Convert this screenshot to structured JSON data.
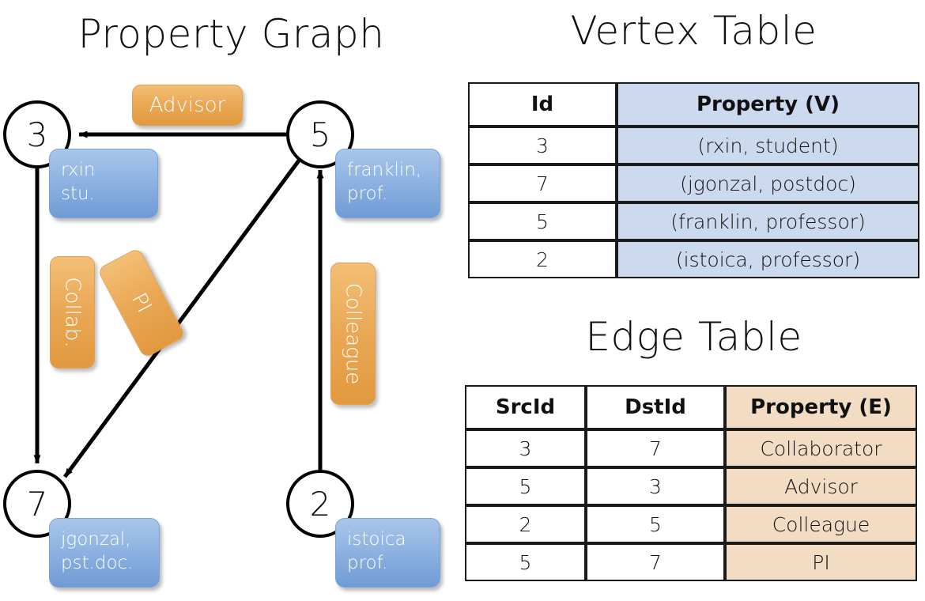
{
  "titles": {
    "property_graph": "Property Graph",
    "vertex_table": "Vertex Table",
    "edge_table": "Edge Table"
  },
  "graph": {
    "nodes": [
      {
        "id": "3",
        "property": "rxin\nstu."
      },
      {
        "id": "5",
        "property": "franklin,\nprof."
      },
      {
        "id": "7",
        "property": "jgonzal,\npst.doc."
      },
      {
        "id": "2",
        "property": "istoica\nprof."
      }
    ],
    "node_labels": {
      "n3": "3",
      "n5": "5",
      "n7": "7",
      "n2": "2"
    },
    "property_boxes": {
      "rxin_line1": "rxin",
      "rxin_line2": "stu.",
      "franklin_line1": "franklin,",
      "franklin_line2": "prof.",
      "jgonzal_line1": "jgonzal,",
      "jgonzal_line2": "pst.doc.",
      "istoica_line1": "istoica",
      "istoica_line2": "prof."
    },
    "edge_labels": {
      "advisor": "Advisor",
      "collab": "Collab.",
      "pi": "PI",
      "colleague": "Colleague"
    },
    "edges": [
      {
        "src": "5",
        "dst": "3",
        "label": "Advisor"
      },
      {
        "src": "3",
        "dst": "7",
        "label": "Collab."
      },
      {
        "src": "5",
        "dst": "7",
        "label": "PI"
      },
      {
        "src": "2",
        "dst": "5",
        "label": "Colleague"
      }
    ]
  },
  "vertex_table": {
    "headers": [
      "Id",
      "Property (V)"
    ],
    "rows": [
      {
        "id": "3",
        "property": "(rxin, student)"
      },
      {
        "id": "7",
        "property": "(jgonzal, postdoc)"
      },
      {
        "id": "5",
        "property": "(franklin, professor)"
      },
      {
        "id": "2",
        "property": "(istoica, professor)"
      }
    ]
  },
  "edge_table": {
    "headers": [
      "SrcId",
      "DstId",
      "Property (E)"
    ],
    "rows": [
      {
        "src": "3",
        "dst": "7",
        "property": "Collaborator"
      },
      {
        "src": "5",
        "dst": "3",
        "property": "Advisor"
      },
      {
        "src": "2",
        "dst": "5",
        "property": "Colleague"
      },
      {
        "src": "5",
        "dst": "7",
        "property": "PI"
      }
    ]
  },
  "colors": {
    "vertex_property_fill": "#ccd9ee",
    "edge_property_fill": "#f2dcc4",
    "node_box_blue": "#8fb3e2",
    "edge_label_orange": "#eaa855",
    "stroke": "#000000",
    "background": "#ffffff"
  }
}
